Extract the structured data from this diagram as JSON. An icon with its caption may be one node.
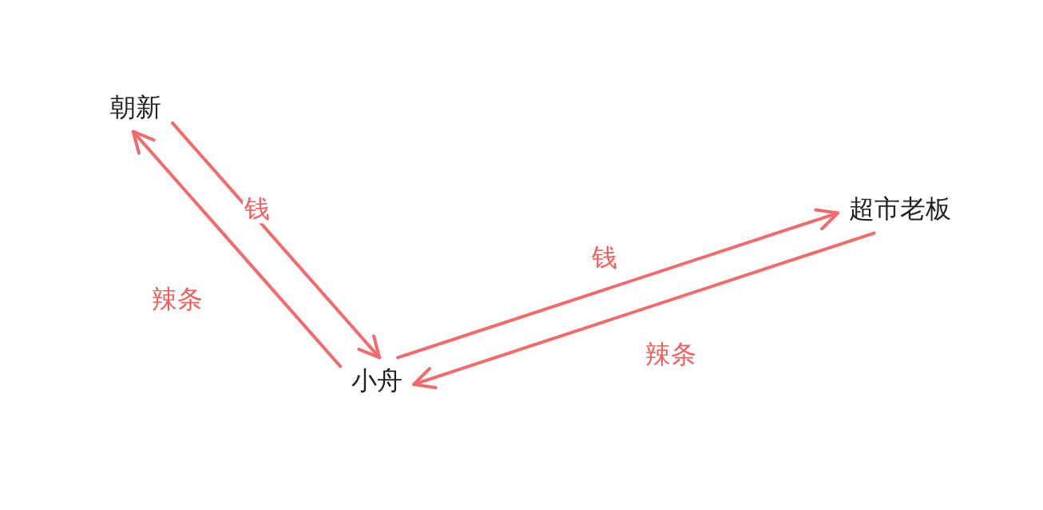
{
  "diagram": {
    "nodes": [
      {
        "text": [
          "朝新"
        ]
      },
      {
        "text": [
          "小舟"
        ]
      },
      {
        "text": [
          "超市老板"
        ]
      }
    ],
    "edges": [
      {
        "from": 0,
        "to": 1,
        "arrow": "to",
        "label": "钱"
      },
      {
        "from": 1,
        "to": 0,
        "arrow": "to",
        "label": "辣条"
      },
      {
        "from": 1,
        "to": 2,
        "arrow": "to",
        "label": "钱"
      },
      {
        "from": 2,
        "to": 1,
        "arrow": "to",
        "label": "辣条"
      }
    ]
  }
}
